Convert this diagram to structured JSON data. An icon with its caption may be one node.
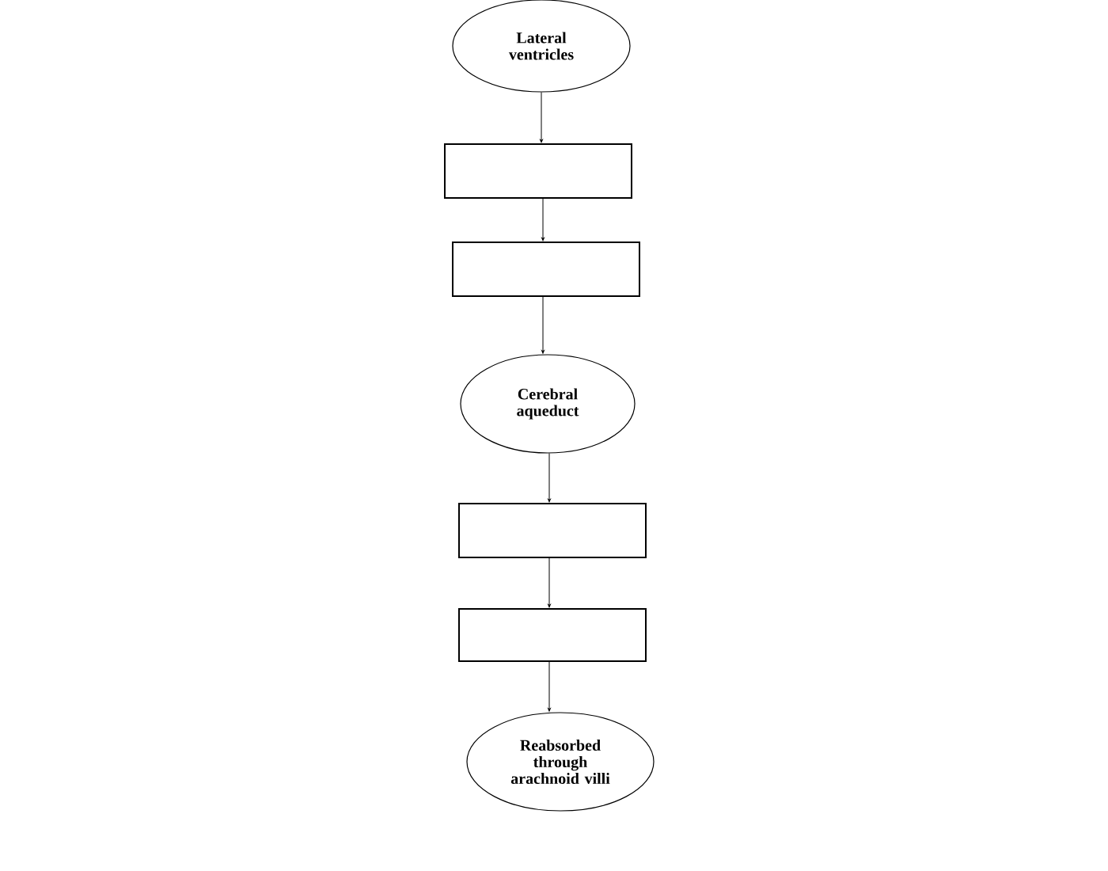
{
  "diagram": {
    "nodes": [
      {
        "text": [
          "Lateral ventricles"
        ]
      },
      {
        "text": [],
        "shape": "box"
      },
      {
        "text": [],
        "shape": "box"
      },
      {
        "text": [
          "Cerebral aqueduct"
        ]
      },
      {
        "text": [],
        "shape": "box"
      },
      {
        "text": [],
        "shape": "box"
      },
      {
        "text": [
          "Reabsorbed through arachnoid villi"
        ]
      }
    ],
    "edges": [
      {
        "from": 0,
        "to": 1,
        "arrow": "to"
      },
      {
        "from": 1,
        "to": 2,
        "arrow": "to"
      },
      {
        "from": 2,
        "to": 3,
        "arrow": "to"
      },
      {
        "from": 3,
        "to": 4,
        "arrow": "to"
      },
      {
        "from": 4,
        "to": 5,
        "arrow": "to"
      },
      {
        "from": 5,
        "to": 6,
        "arrow": "to"
      }
    ]
  }
}
